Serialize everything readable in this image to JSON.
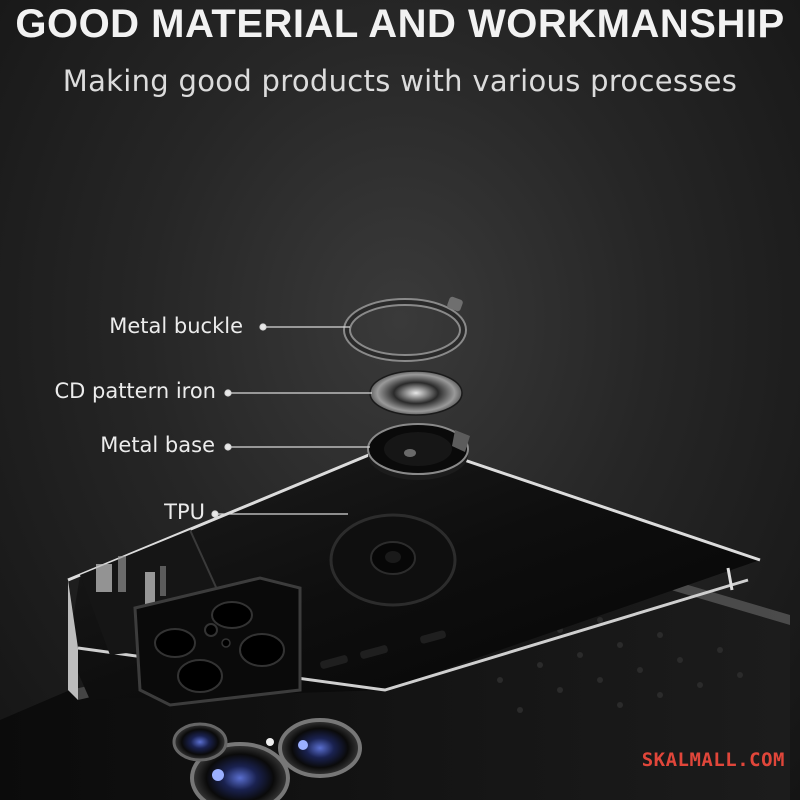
{
  "headline": "GOOD MATERIAL AND WORKMANSHIP",
  "subheadline": "Making good products with various processes",
  "callouts": {
    "metal_buckle": "Metal buckle",
    "cd_pattern_iron": "CD pattern iron",
    "metal_base": "Metal base",
    "tpu": "TPU"
  },
  "watermark": "SKALMALL.COM",
  "colors": {
    "background": "#262626",
    "text": "#f2f2f2",
    "watermark": "#e0463a",
    "case": "#0d0d0d",
    "trim": "#d9d9d9"
  }
}
